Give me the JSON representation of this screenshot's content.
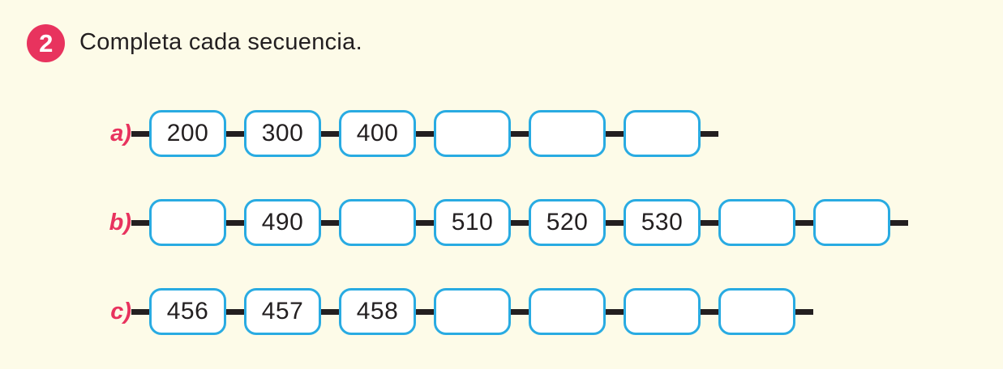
{
  "exercise": {
    "number": "2",
    "instruction": "Completa cada secuencia."
  },
  "colors": {
    "background": "#FDFBE8",
    "badge": "#E8335E",
    "label": "#E8335E",
    "box_border": "#29ABE2",
    "box_fill": "#FFFFFF",
    "connector": "#231F20",
    "text": "#231F20"
  },
  "sequences": [
    {
      "label": "a)",
      "cells": [
        {
          "value": "200",
          "filled": true
        },
        {
          "value": "300",
          "filled": true
        },
        {
          "value": "400",
          "filled": true
        },
        {
          "value": "",
          "filled": false
        },
        {
          "value": "",
          "filled": false
        },
        {
          "value": "",
          "filled": false
        }
      ]
    },
    {
      "label": "b)",
      "cells": [
        {
          "value": "",
          "filled": false
        },
        {
          "value": "490",
          "filled": true
        },
        {
          "value": "",
          "filled": false
        },
        {
          "value": "510",
          "filled": true
        },
        {
          "value": "520",
          "filled": true
        },
        {
          "value": "530",
          "filled": true
        },
        {
          "value": "",
          "filled": false
        },
        {
          "value": "",
          "filled": false
        }
      ]
    },
    {
      "label": "c)",
      "cells": [
        {
          "value": "456",
          "filled": true
        },
        {
          "value": "457",
          "filled": true
        },
        {
          "value": "458",
          "filled": true
        },
        {
          "value": "",
          "filled": false
        },
        {
          "value": "",
          "filled": false
        },
        {
          "value": "",
          "filled": false
        },
        {
          "value": "",
          "filled": false
        }
      ]
    }
  ]
}
